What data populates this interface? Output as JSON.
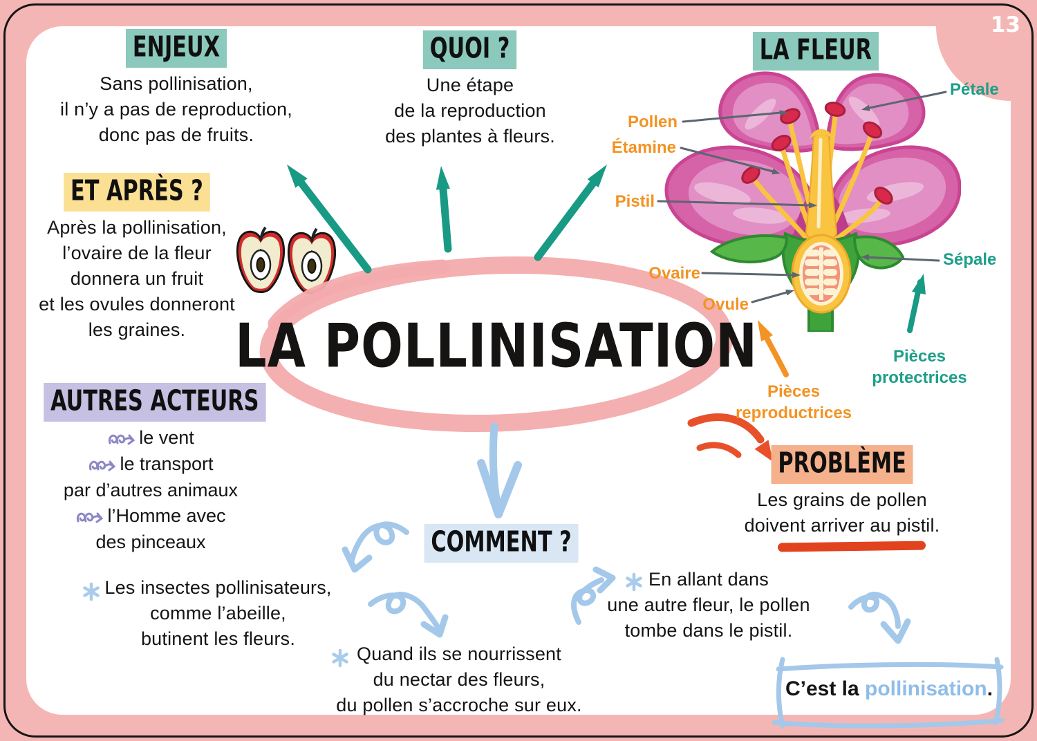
{
  "page": {
    "number": "13"
  },
  "title": "LA POLLINISATION",
  "enjeux": {
    "heading": "ENJEUX",
    "body": "Sans pollinisation,\nil n’y a pas de reproduction,\ndonc pas de fruits."
  },
  "quoi": {
    "heading": "QUOI ?",
    "body": "Une étape\nde la reproduction\ndes plantes à fleurs."
  },
  "fleur": {
    "heading": "LA FLEUR",
    "labels": {
      "petale": "Pétale",
      "pollen": "Pollen",
      "etamine": "Étamine",
      "pistil": "Pistil",
      "ovaire": "Ovaire",
      "ovule": "Ovule",
      "sepale": "Sépale",
      "pieces_protectrices": "Pièces\nprotectrices",
      "pieces_reproductrices": "Pièces\nreproductrices"
    }
  },
  "et_apres": {
    "heading": "ET APRÈS ?",
    "body": "Après la pollinisation,\nl’ovaire de la fleur\ndonnera un fruit\net les ovules donneront\nles graines."
  },
  "autres_acteurs": {
    "heading": "AUTRES ACTEURS",
    "items": [
      "le vent",
      "le transport\npar d’autres animaux",
      "l’Homme avec\ndes pinceaux"
    ]
  },
  "probleme": {
    "heading": "PROBLÈME",
    "body": "Les grains de pollen\ndoivent arriver au pistil."
  },
  "comment": {
    "heading": "COMMENT ?",
    "points": [
      "Les insectes pollinisateurs,\ncomme l’abeille,\nbutinent les fleurs.",
      "Quand ils se nourrissent\ndu nectar des fleurs,\ndu pollen s’accroche sur eux.",
      "En allant dans\nune autre fleur, le pollen\ntombe dans le pistil."
    ]
  },
  "conclusion": {
    "prefix": "C’est la ",
    "highlight": "pollinisation",
    "suffix": "."
  },
  "colors": {
    "pink_border": "#f4b6b4",
    "pink_ellipse": "#f3abad",
    "teal_bg": "#8ac9bc",
    "teal_arrow": "#189a84",
    "yellow_bg": "#fbe094",
    "lavender_bg": "#c6c1e3",
    "peach_bg": "#f5b18c",
    "lightblue_bg": "#d9e7f4",
    "blue_arrow": "#a4c8ea",
    "orange_label": "#f39323",
    "red_arrow": "#e8502a",
    "purple_squiggle": "#8b87c6",
    "blue_word": "#8fbde8"
  }
}
